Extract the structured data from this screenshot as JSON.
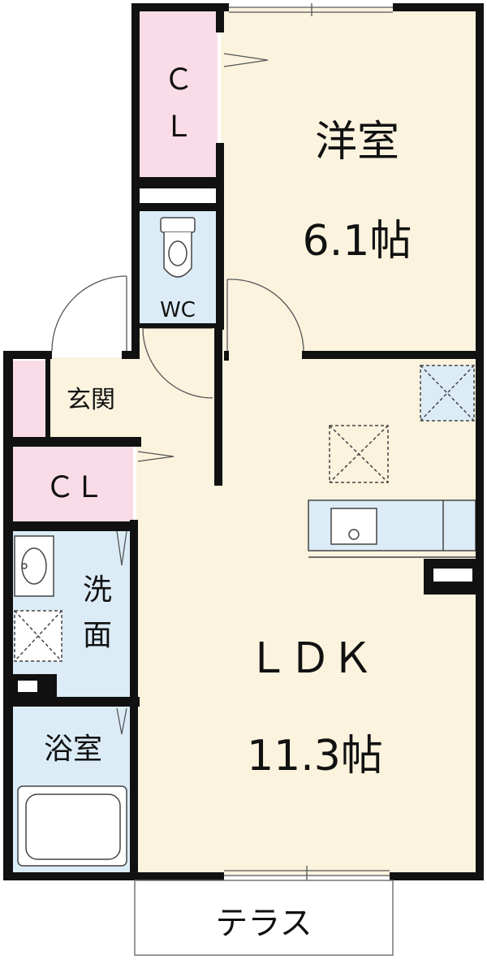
{
  "rooms": {
    "western_room": {
      "name": "洋室",
      "size": "6.1帖"
    },
    "ldk": {
      "name": "ＬＤＫ",
      "size": "11.3帖"
    },
    "closet_top": {
      "label_line1": "Ｃ",
      "label_line2": "Ｌ"
    },
    "closet_entry": {
      "label": "ＣＬ"
    },
    "wc": {
      "label": "WC"
    },
    "entrance": {
      "label": "玄関"
    },
    "washroom": {
      "label_line1": "洗",
      "label_line2": "面"
    },
    "bathroom": {
      "label": "浴室"
    },
    "terrace": {
      "label": "テラス"
    }
  },
  "colors": {
    "floor": "#fbf3de",
    "closet": "#f9dce7",
    "wet_area": "#dcecf7",
    "wall": "#111111"
  }
}
